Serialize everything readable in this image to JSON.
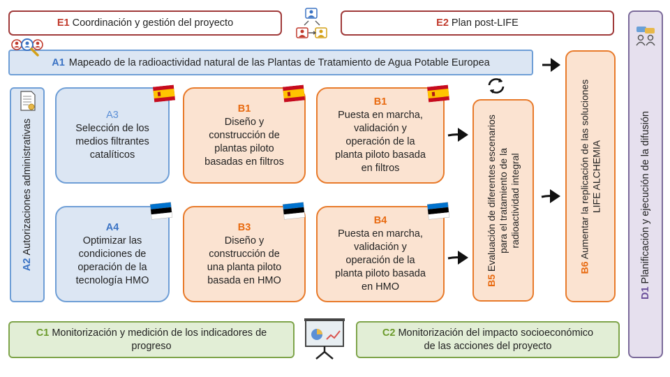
{
  "e1": {
    "code": "E1",
    "label": "Coordinación y gestión del proyecto"
  },
  "e2": {
    "code": "E2",
    "label": "Plan post-LIFE"
  },
  "a1": {
    "code": "A1",
    "label": "Mapeado de la radioactividad natural de las Plantas de Tratamiento de Agua Potable Europea"
  },
  "a2": {
    "code": "A2",
    "label": "Autorizaciones administrativas"
  },
  "a3": {
    "code": "A3",
    "lines": [
      "Selección de los",
      "medios filtrantes",
      "catalíticos"
    ]
  },
  "a4": {
    "code": "A4",
    "lines": [
      "Optimizar las",
      "condiciones de",
      "operación de la",
      "tecnología HMO"
    ]
  },
  "b2": {
    "code": "B1",
    "lines": [
      "Diseño y",
      "construcción de",
      "plantas piloto",
      "basadas en filtros"
    ]
  },
  "b1": {
    "code": "B1",
    "lines": [
      "Puesta en marcha,",
      "validación y",
      "operación de la",
      "planta piloto basada",
      "en filtros"
    ]
  },
  "b3": {
    "code": "B3",
    "lines": [
      "Diseño y",
      "construcción de",
      "una planta piloto",
      "basada en HMO"
    ]
  },
  "b4": {
    "code": "B4",
    "lines": [
      "Puesta en marcha,",
      "validación y",
      "operación de la",
      "planta piloto basada",
      "en HMO"
    ]
  },
  "b5": {
    "code": "B5",
    "lines": [
      "Evaluación de diferentes escenarios",
      "para el tratamiento de la",
      "radioactividad integral"
    ]
  },
  "b6": {
    "code": "B6",
    "lines": [
      "Aumentar la replicación de las soluciones",
      "LIFE ALCHEMIA"
    ]
  },
  "c1": {
    "code": "C1",
    "line1": "Monitorización y medición de los indicadores de",
    "line2": "progreso"
  },
  "c2": {
    "code": "C2",
    "line1": "Monitorización del impacto socioeconómico",
    "line2": "de las acciones del proyecto"
  },
  "d1": {
    "code": "D1",
    "label": "Planificación y ejecución de la difusión"
  },
  "colors": {
    "e": "#a03a3a",
    "a": "#6e9ed6",
    "b": "#e87a2a",
    "c": "#7ea44a",
    "d": "#7b6a9a"
  }
}
